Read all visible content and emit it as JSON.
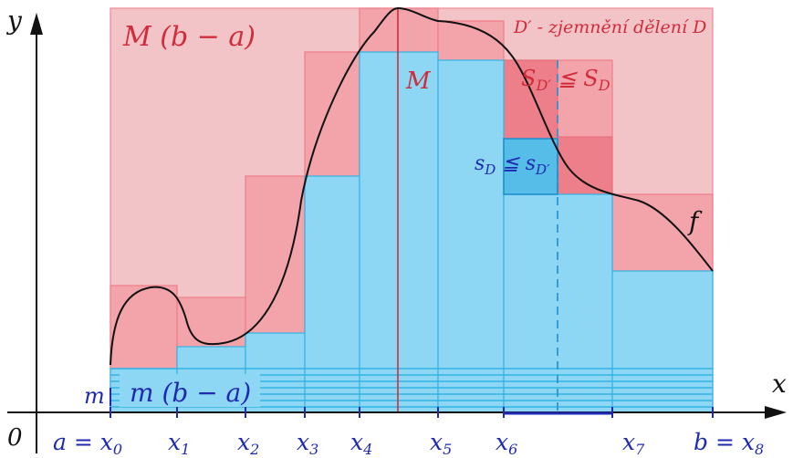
{
  "labels": {
    "y_axis": "y",
    "x_axis": "x",
    "origin": "0",
    "upper_sum_area": "M (b − a)",
    "lower_sum_area": "m (b − a)",
    "m_label": "m",
    "M_label": "M",
    "refinement_note": "D′ - zjemnění dělení D",
    "f_label": "f",
    "upper_ineq": {
      "left": "S",
      "left_sub": "D′",
      "op": " ≦ ",
      "right": "S",
      "right_sub": "D"
    },
    "lower_ineq": {
      "left": "s",
      "left_sub": "D",
      "op": " ≦ ",
      "right": "s",
      "right_sub": "D′"
    },
    "x_ticks": [
      {
        "main": "a = x",
        "sub": "0"
      },
      {
        "main": "x",
        "sub": "1"
      },
      {
        "main": "x",
        "sub": "2"
      },
      {
        "main": "x",
        "sub": "3"
      },
      {
        "main": "x",
        "sub": "4"
      },
      {
        "main": "x",
        "sub": "5"
      },
      {
        "main": "x",
        "sub": "6"
      },
      {
        "main": "x",
        "sub": "7"
      },
      {
        "main": "b = x",
        "sub": "8"
      }
    ]
  },
  "colors": {
    "upper_light": "#f2c4c8",
    "upper_mid": "#f3a4ab",
    "upper_dark": "#ec7f89",
    "lower_fill": "#8dd6f4",
    "lower_dark": "#55bde8",
    "lower_stroke": "#34b3e4",
    "red_line": "#d12c3a",
    "blue_text": "#1f2ab0",
    "curve": "#111111"
  }
}
